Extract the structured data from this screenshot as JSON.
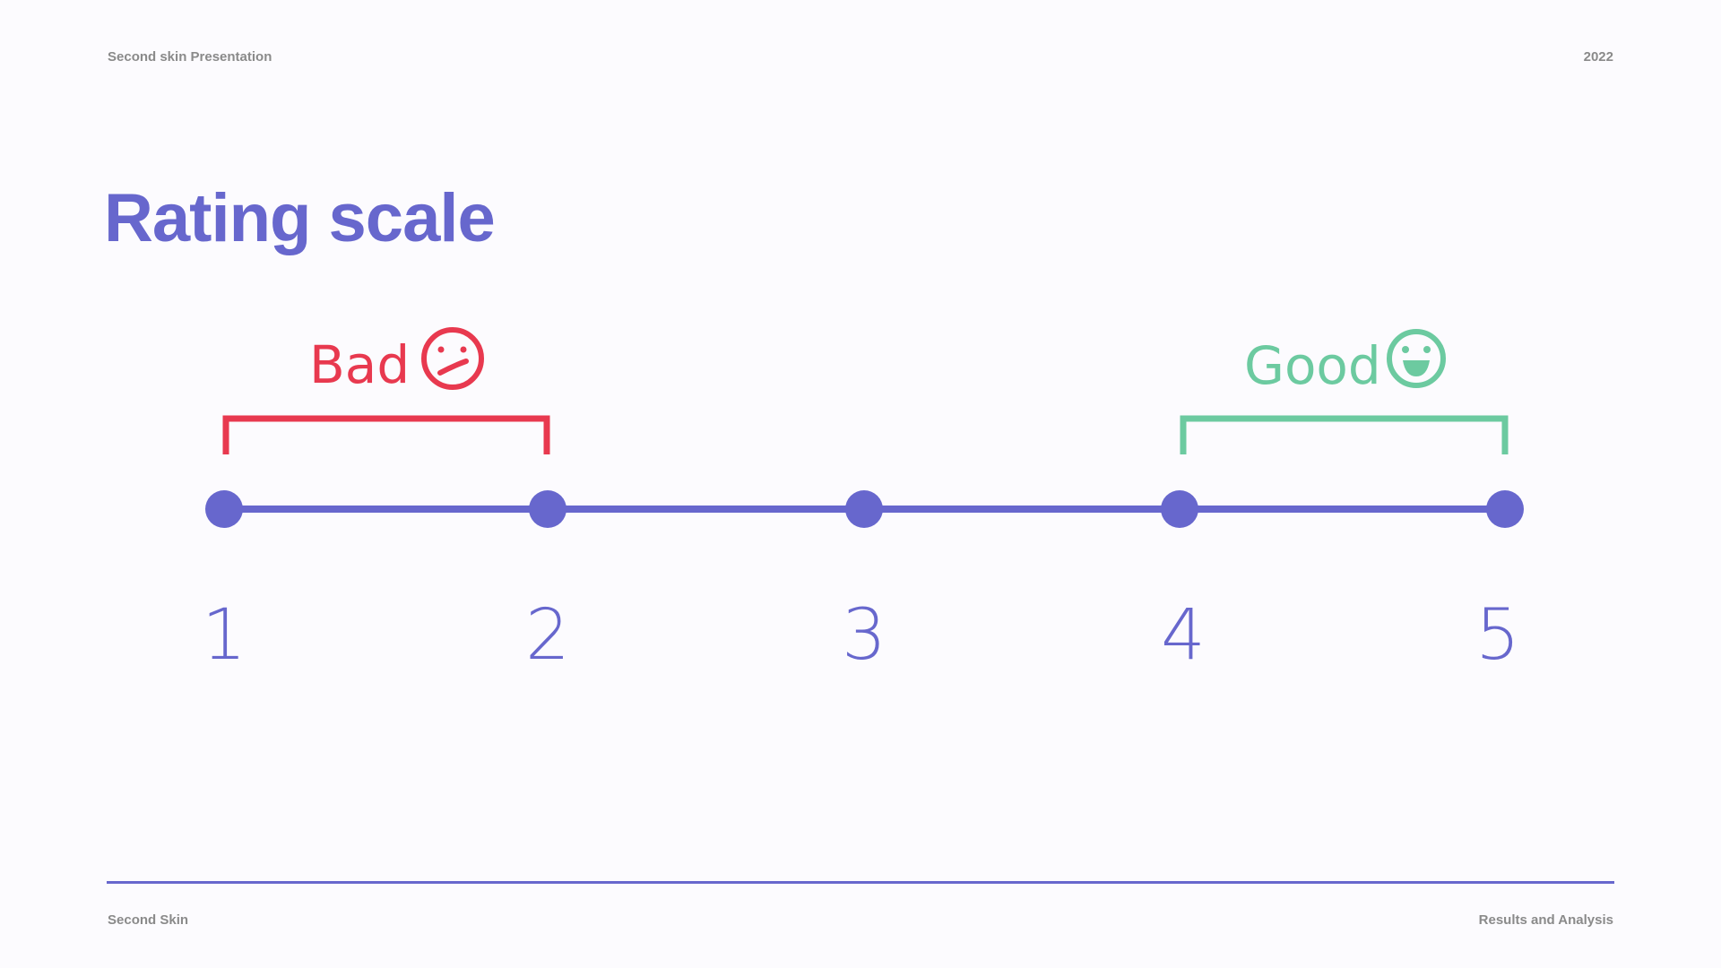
{
  "header": {
    "presentation": "Second skin Presentation",
    "year": "2022"
  },
  "title": "Rating scale",
  "scale": {
    "points": [
      "1",
      "2",
      "3",
      "4",
      "5"
    ],
    "bad": {
      "label": "Bad",
      "range": [
        "1",
        "2"
      ],
      "icon": "confused-face-icon",
      "color": "#e8394f"
    },
    "good": {
      "label": "Good",
      "range": [
        "4",
        "5"
      ],
      "icon": "grinning-face-icon",
      "color": "#6ccaa0"
    },
    "accent": "#6767cd"
  },
  "footer": {
    "left": "Second Skin",
    "right": "Results and Analysis"
  }
}
